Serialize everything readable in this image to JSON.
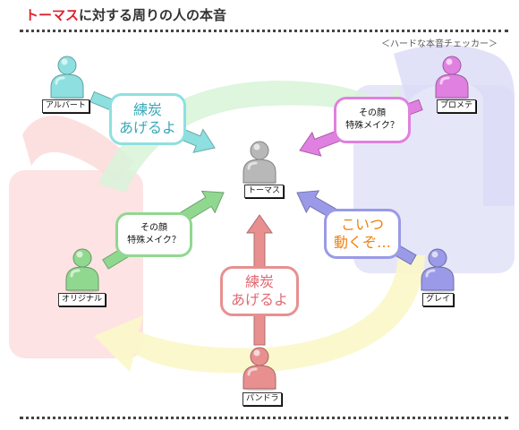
{
  "title": {
    "highlight": "トーマス",
    "rest": "に対する周りの人の本音"
  },
  "subtitle": "＜ハードな本音チェッカー＞",
  "center": {
    "name": "トーマス",
    "color": "#b8b8b8"
  },
  "people": [
    {
      "id": "albert",
      "name": "アルバート",
      "color": "#8ee0e0",
      "quote": [
        "練炭",
        "あげるよ"
      ],
      "quote_color": "#3aa8b8"
    },
    {
      "id": "prometh",
      "name": "プロメテ",
      "color": "#e080e0",
      "quote": [
        "その顔",
        "特殊メイク？"
      ],
      "quote_color": "#111111"
    },
    {
      "id": "original",
      "name": "オリジナル",
      "color": "#90d890",
      "quote": [
        "その顔",
        "特殊メイク？"
      ],
      "quote_color": "#111111"
    },
    {
      "id": "gray",
      "name": "グレイ",
      "color": "#9a9ae8",
      "quote": [
        "こいつ",
        "動くぞ…"
      ],
      "quote_color": "#f08010"
    },
    {
      "id": "pandora",
      "name": "パンドラ",
      "color": "#e89090",
      "quote": [
        "練炭",
        "あげるよ"
      ],
      "quote_color": "#e06a72"
    }
  ]
}
